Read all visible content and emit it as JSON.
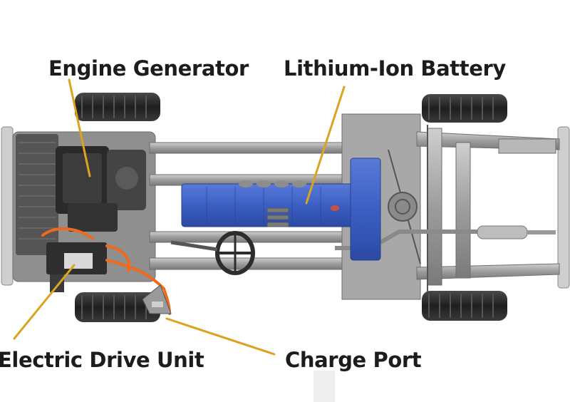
{
  "labels": {
    "engine_generator": "Engine Generator",
    "lithium_ion_battery": "Lithium-Ion Battery",
    "electric_drive_unit": "Electric Drive Unit",
    "charge_port": "Charge Port"
  },
  "colors": {
    "leader_line": "#d9a520",
    "battery": "#3b5fc4",
    "cable": "#f06a1d",
    "frame": "#9a9a9a",
    "tire": "#2b2b2b",
    "label_text": "#1c1c1c"
  }
}
